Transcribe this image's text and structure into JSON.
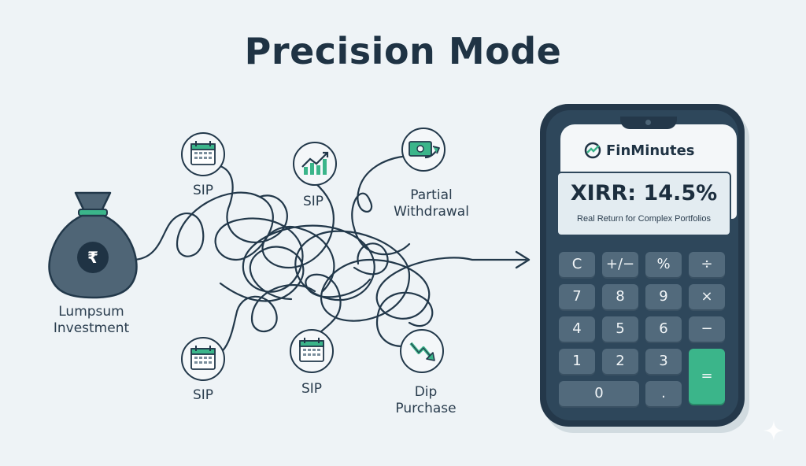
{
  "title": "Precision Mode",
  "nodes": {
    "lumpsum": "Lumpsum\nInvestment",
    "sip_top_left": "SIP",
    "sip_top_mid": "SIP",
    "partial_withdrawal": "Partial\nWithdrawal",
    "sip_bottom_left": "SIP",
    "sip_bottom_mid": "SIP",
    "dip_purchase": "Dip\nPurchase"
  },
  "icons": {
    "lumpsum": "money-bag-rupee-icon",
    "sip": "calendar-icon",
    "sip_growth": "trend-up-chart-icon",
    "withdrawal": "cash-out-icon",
    "dip": "trend-down-arrow-icon"
  },
  "phone": {
    "brand": "FinMinutes",
    "result": "XIRR: 14.5%",
    "result_caption": "Real Return for Complex Portfolios",
    "keys": [
      "C",
      "+/−",
      "%",
      "÷",
      "7",
      "8",
      "9",
      "×",
      "4",
      "5",
      "6",
      "−",
      "1",
      "2",
      "3",
      "=",
      "0",
      "."
    ]
  },
  "colors": {
    "background": "#eef3f6",
    "dark": "#1f3344",
    "phone_body": "#24384a",
    "accent_green": "#3bb58a",
    "key": "#526a7c"
  }
}
